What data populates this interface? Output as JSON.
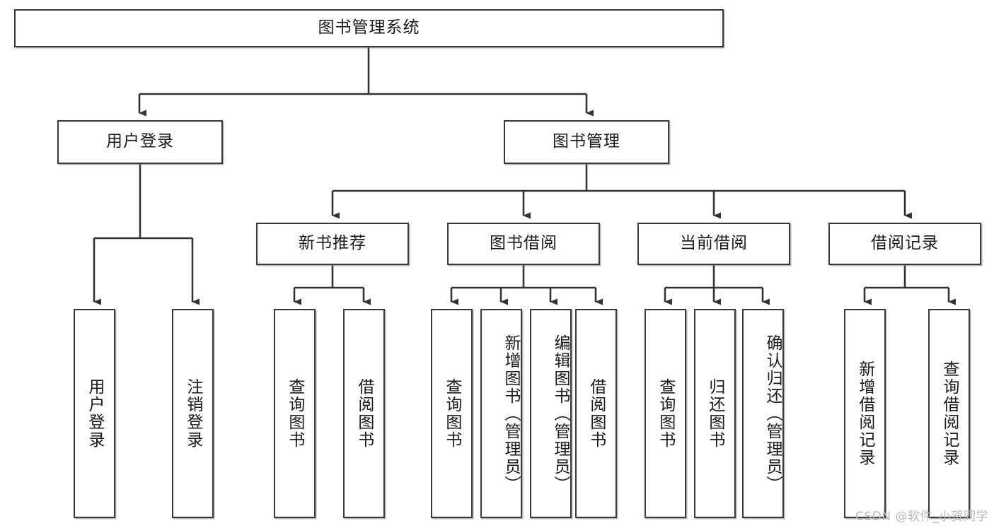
{
  "diagram": {
    "title": "图书管理系统",
    "type": "tree-hierarchy",
    "watermark": "CSDN @软件_小贺同学",
    "colors": {
      "node_border": "#3a3a3a",
      "node_fill": "#ffffff",
      "edge": "#333333",
      "text": "#1a1a1a",
      "watermark": "#b9b9b9",
      "background": "#ffffff"
    },
    "levels": {
      "root": {
        "label": "图书管理系统"
      },
      "level2": [
        {
          "label": "用户登录"
        },
        {
          "label": "图书管理"
        }
      ],
      "level3": [
        {
          "label": "新书推荐"
        },
        {
          "label": "图书借阅"
        },
        {
          "label": "当前借阅"
        },
        {
          "label": "借阅记录"
        }
      ],
      "leaves": {
        "user_login": [
          {
            "label": "用户登录"
          },
          {
            "label": "注销登录"
          }
        ],
        "new_book_recommend": [
          {
            "label": "查询图书"
          },
          {
            "label": "借阅图书"
          }
        ],
        "book_borrow": [
          {
            "label": "查询图书"
          },
          {
            "label": "新增图书（管理员）"
          },
          {
            "label": "编辑图书（管理员）"
          },
          {
            "label": "借阅图书"
          }
        ],
        "current_borrow": [
          {
            "label": "查询图书"
          },
          {
            "label": "归还图书"
          },
          {
            "label": "确认归还（管理员）"
          }
        ],
        "borrow_record": [
          {
            "label": "新增借阅记录"
          },
          {
            "label": "查询借阅记录"
          }
        ]
      }
    }
  }
}
